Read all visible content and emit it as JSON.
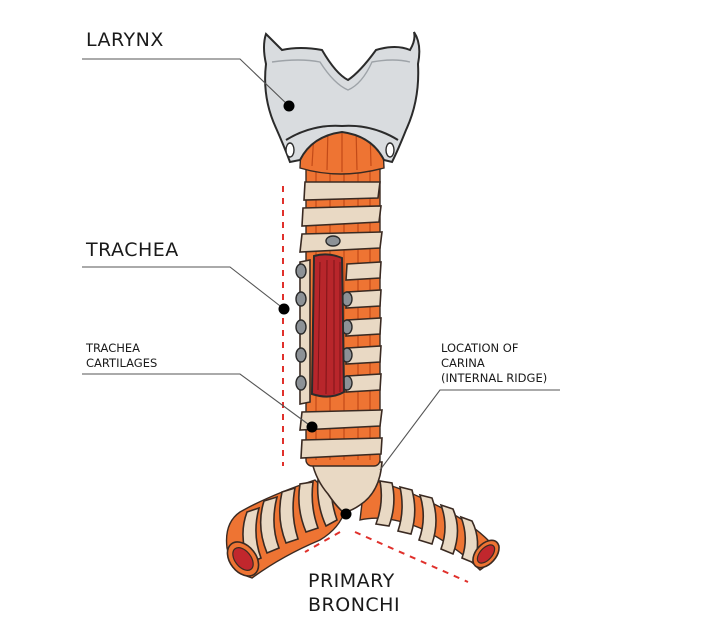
{
  "labels": {
    "larynx": "LARYNX",
    "trachea": "TRACHEA",
    "cartilages_line1": "TRACHEA",
    "cartilages_line2": "CARTILAGES",
    "carina_line1": "LOCATION OF",
    "carina_line2": "CARINA",
    "carina_line3": "(INTERNAL RIDGE)",
    "bronchi_line1": "PRIMARY",
    "bronchi_line2": "BRONCHI"
  },
  "colors": {
    "muscle": "#ee7433",
    "cartilage_ring": "#e9d9c4",
    "larynx_cartilage": "#d9dcdf",
    "trachealis_muscle": "#b8262b",
    "guide_dash": "#e0312c",
    "outline": "#2b2b2b"
  }
}
